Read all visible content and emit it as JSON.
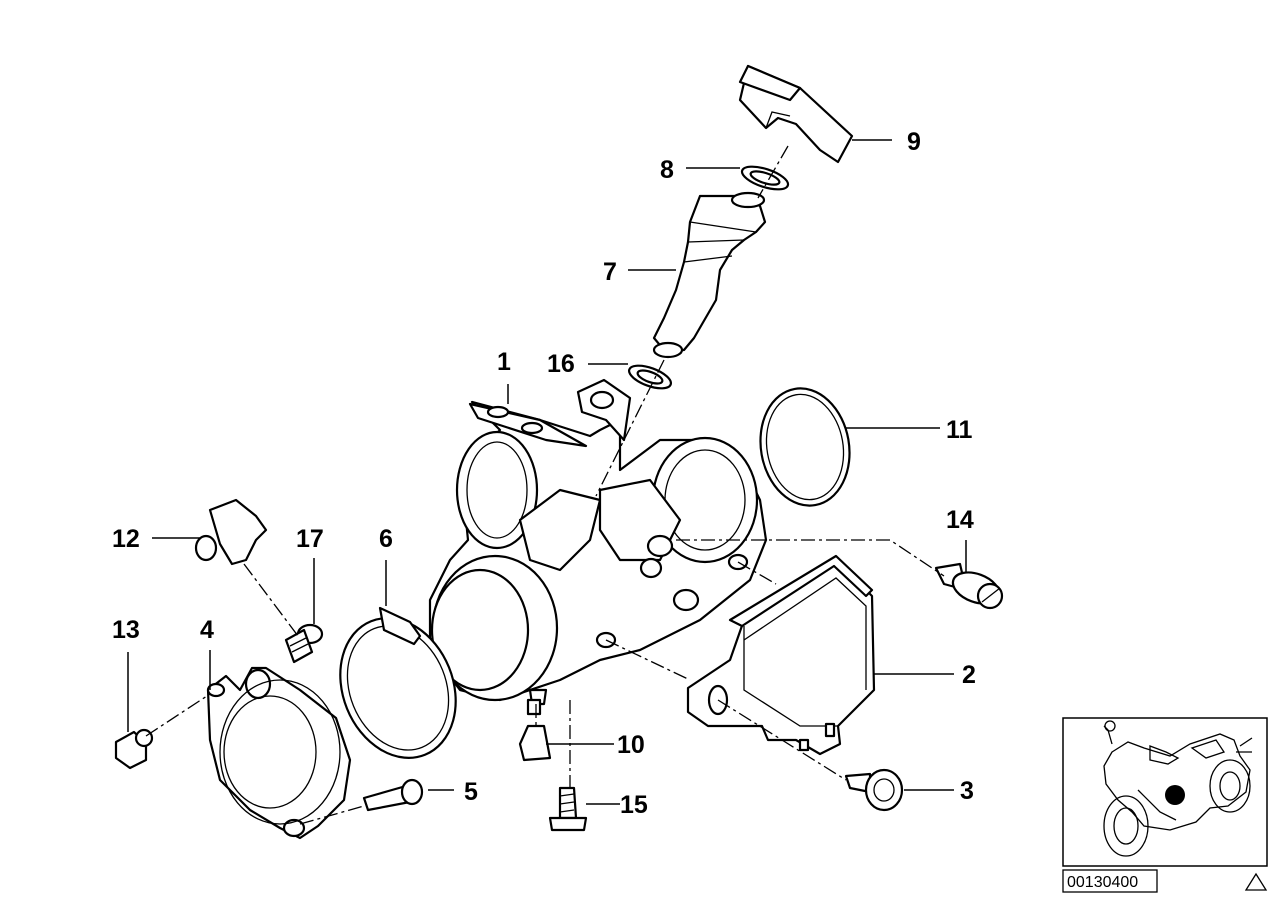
{
  "callouts": [
    {
      "id": "c1",
      "text": "1"
    },
    {
      "id": "c2",
      "text": "2"
    },
    {
      "id": "c3",
      "text": "3"
    },
    {
      "id": "c4",
      "text": "4"
    },
    {
      "id": "c5",
      "text": "5"
    },
    {
      "id": "c6",
      "text": "6"
    },
    {
      "id": "c7",
      "text": "7"
    },
    {
      "id": "c8",
      "text": "8"
    },
    {
      "id": "c9",
      "text": "9"
    },
    {
      "id": "c10",
      "text": "10"
    },
    {
      "id": "c11",
      "text": "11"
    },
    {
      "id": "c12",
      "text": "12"
    },
    {
      "id": "c13",
      "text": "13"
    },
    {
      "id": "c14",
      "text": "14"
    },
    {
      "id": "c15",
      "text": "15"
    },
    {
      "id": "c16",
      "text": "16"
    },
    {
      "id": "c17",
      "text": "17"
    }
  ],
  "reference_code": "00130400",
  "thumbnail_icon": "motorcycle-icon",
  "corner_icon": "triangle-icon"
}
